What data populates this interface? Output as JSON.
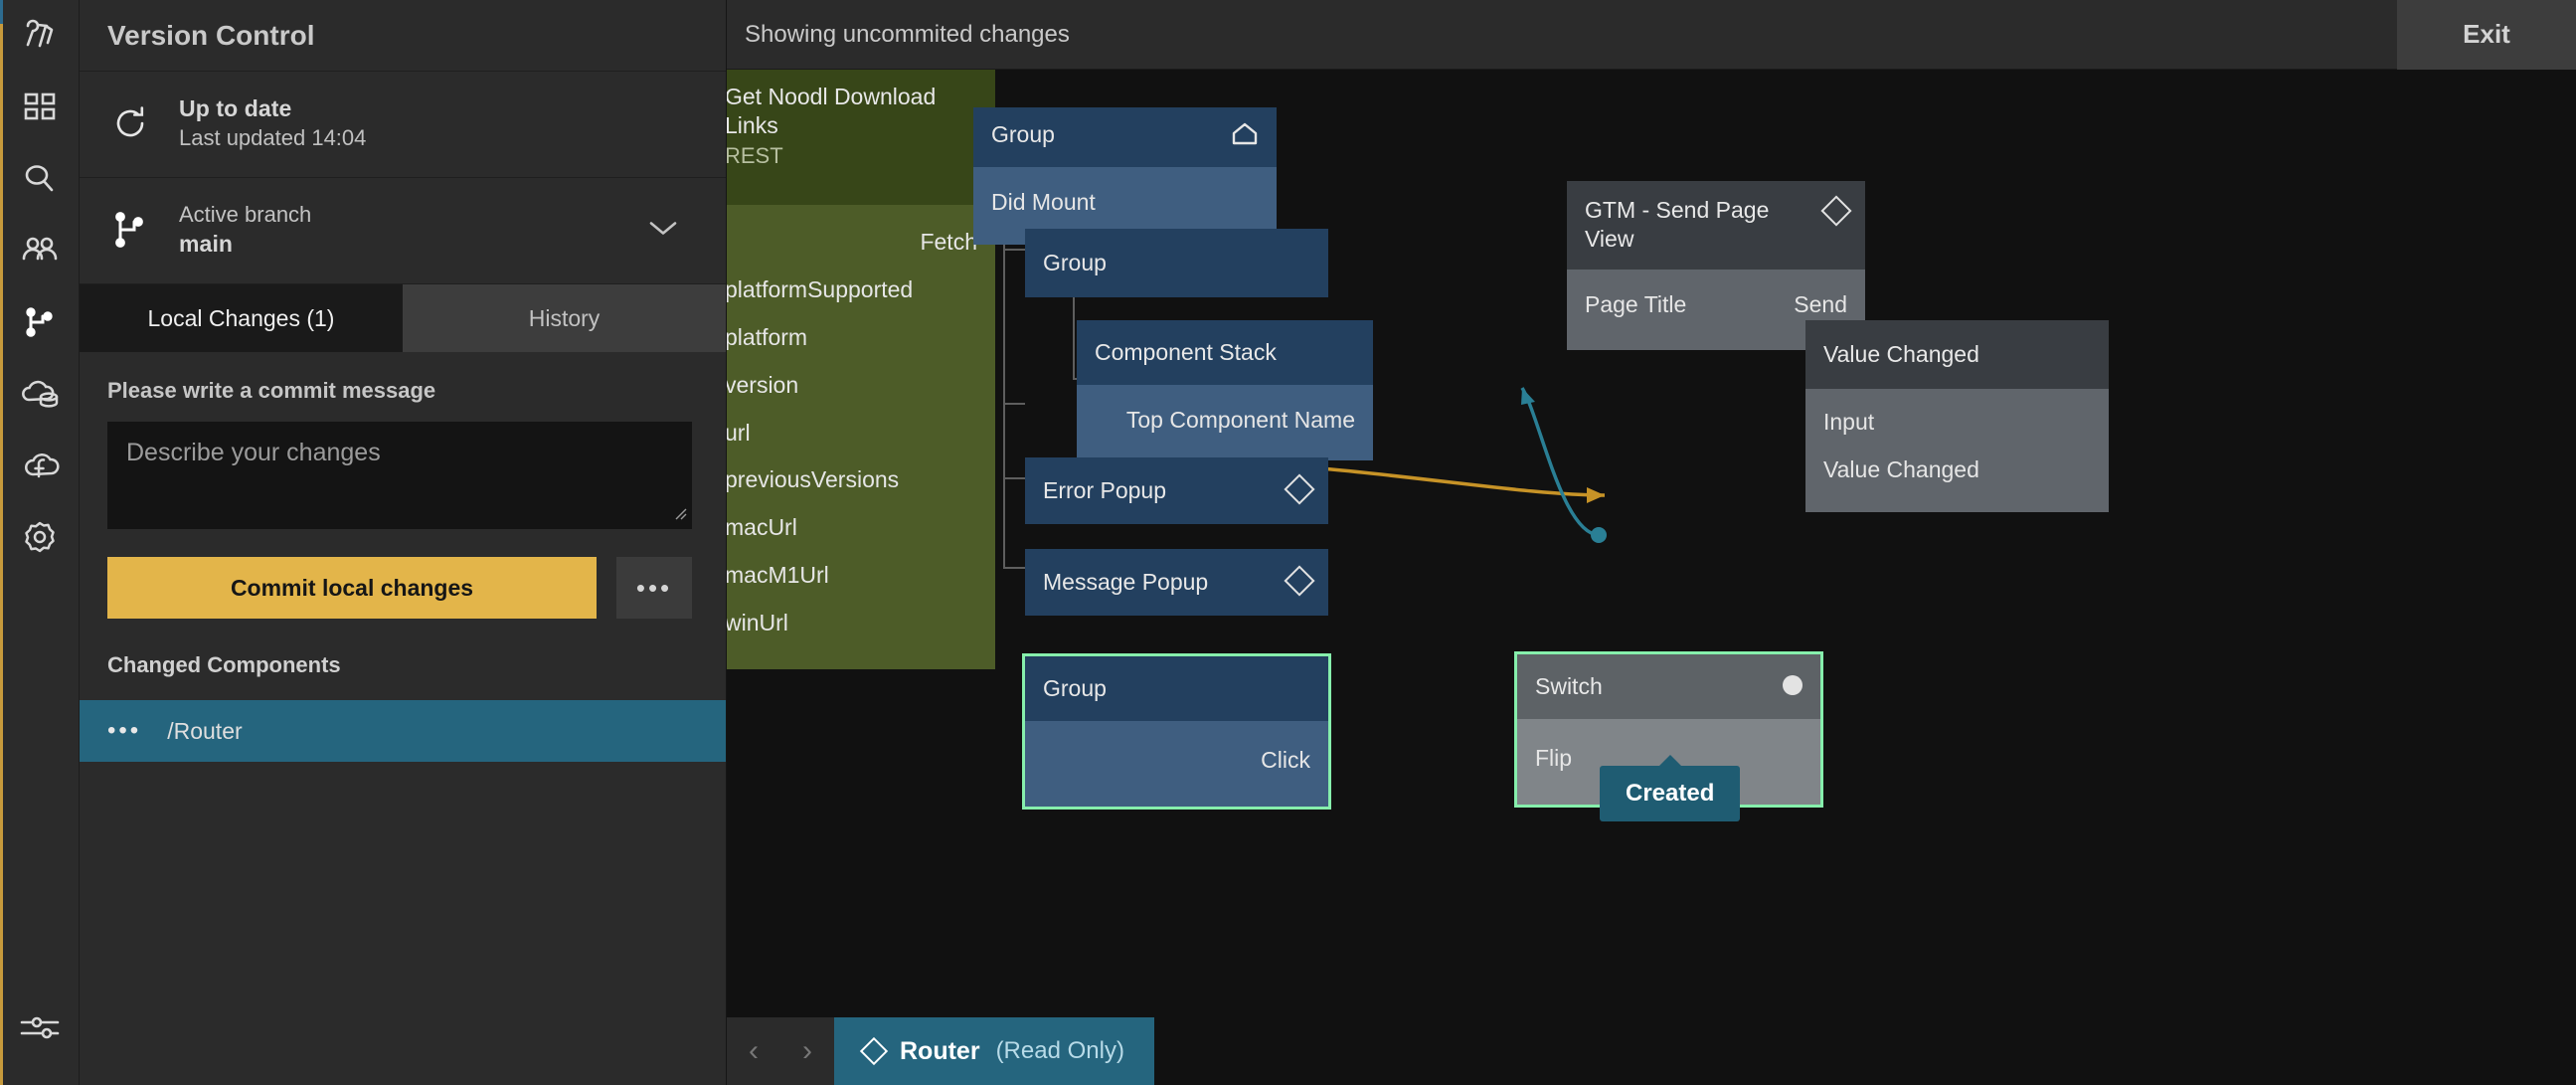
{
  "rail": {
    "items": [
      {
        "name": "noodl-logo-icon",
        "label": "Noodl"
      },
      {
        "name": "components-grid-icon",
        "label": "Components"
      },
      {
        "name": "search-icon",
        "label": "Search"
      },
      {
        "name": "users-icon",
        "label": "Collaborators"
      },
      {
        "name": "branch-icon",
        "label": "Version Control"
      },
      {
        "name": "cloud-database-icon",
        "label": "Cloud Data"
      },
      {
        "name": "cloud-functions-icon",
        "label": "Cloud Functions"
      },
      {
        "name": "gear-icon",
        "label": "Project Settings"
      }
    ],
    "bottom": {
      "name": "sliders-icon",
      "label": "Editor Settings"
    },
    "accent_color": "#c79a3c"
  },
  "panel": {
    "title": "Version Control",
    "sync": {
      "icon": "refresh-icon",
      "status": "Up to date",
      "last_updated": "Last updated 14:04"
    },
    "branch": {
      "icon": "branch-icon",
      "label": "Active branch",
      "value": "main",
      "chevron": "chevron-down-icon"
    },
    "tabs": [
      {
        "label": "Local Changes (1)",
        "active": true
      },
      {
        "label": "History",
        "active": false
      }
    ],
    "commit": {
      "label": "Please write a commit message",
      "placeholder": "Describe your changes",
      "value": "",
      "button_label": "Commit local changes",
      "more_label": "•••",
      "button_color": "#e3b54a"
    },
    "changed": {
      "heading": "Changed Components",
      "items": [
        {
          "dots": "•••",
          "name": "/Router",
          "selected": true
        }
      ],
      "selected_color": "#25657e"
    }
  },
  "topbar": {
    "showing": "Showing uncommited changes",
    "exit_label": "Exit"
  },
  "canvas": {
    "nodes": [
      {
        "id": "rest",
        "palette": "green",
        "title": "Get Noodl Download Links",
        "subtitle": "REST",
        "ports_in": [
          "Fetch"
        ],
        "ports_out": [
          "platformSupported",
          "platform",
          "version",
          "url",
          "previousVersions",
          "macUrl",
          "macM1Url",
          "winUrl"
        ]
      },
      {
        "id": "group-root",
        "palette": "blue",
        "title": "Group",
        "icon": "home-icon",
        "ports": [
          "Did Mount"
        ]
      },
      {
        "id": "group-2",
        "palette": "blue",
        "title": "Group",
        "ports": []
      },
      {
        "id": "component-stack",
        "palette": "blue",
        "title": "Component Stack",
        "ports": [
          "Top Component Name"
        ]
      },
      {
        "id": "error-popup",
        "palette": "blue",
        "title": "Error Popup",
        "icon": "diamond-icon",
        "ports": []
      },
      {
        "id": "message-popup",
        "palette": "blue",
        "title": "Message Popup",
        "icon": "diamond-icon",
        "ports": []
      },
      {
        "id": "group-click",
        "palette": "blue",
        "title": "Group",
        "ports": [
          "Click"
        ],
        "selected": true,
        "badge": ""
      },
      {
        "id": "gtm",
        "palette": "grey",
        "title": "GTM - Send Page View",
        "icon": "diamond-icon",
        "ports": [
          "Page Title",
          "Send"
        ]
      },
      {
        "id": "value-changed",
        "palette": "grey",
        "title": "Value Changed",
        "ports": [
          "Input",
          "Value Changed"
        ]
      },
      {
        "id": "switch",
        "palette": "lightgrey",
        "title": "Switch",
        "icon": "dot-icon",
        "ports": [
          "Flip"
        ],
        "selected": true,
        "badge": "Created"
      }
    ],
    "badge_created": "Created",
    "connection_colors": {
      "signal": "#2a7f95",
      "data": "#c79327",
      "new": "#86efac"
    }
  },
  "bottombar": {
    "prev": "‹",
    "next": "›",
    "tab": {
      "icon": "diamond-icon",
      "name": "Router",
      "state": "(Read Only)"
    }
  }
}
